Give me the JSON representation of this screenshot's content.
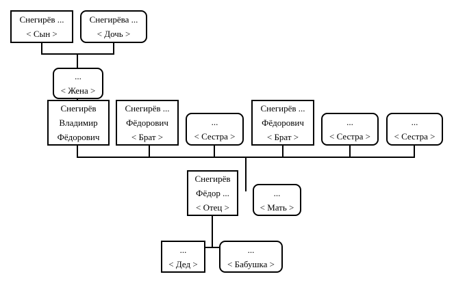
{
  "nodes": {
    "son": {
      "gender": "male",
      "lines": [
        "Снегирёв ...",
        "< Сын >"
      ]
    },
    "daughter": {
      "gender": "female",
      "lines": [
        "Снегирёва ...",
        "< Дочь >"
      ]
    },
    "wife": {
      "gender": "female",
      "lines": [
        "...",
        "< Жена >"
      ]
    },
    "self": {
      "gender": "male",
      "lines": [
        "Снегирёв",
        "Владимир",
        "Фёдорович"
      ]
    },
    "brother1": {
      "gender": "male",
      "lines": [
        "Снегирёв ...",
        "Фёдорович",
        "< Брат >"
      ]
    },
    "sister1": {
      "gender": "female",
      "lines": [
        "...",
        "< Сестра >"
      ]
    },
    "brother2": {
      "gender": "male",
      "lines": [
        "Снегирёв ...",
        "Фёдорович",
        "< Брат >"
      ]
    },
    "sister2": {
      "gender": "female",
      "lines": [
        "...",
        "< Сестра >"
      ]
    },
    "sister3": {
      "gender": "female",
      "lines": [
        "...",
        "< Сестра >"
      ]
    },
    "father": {
      "gender": "male",
      "lines": [
        "Снегирёв",
        "Фёдор ...",
        "< Отец >"
      ]
    },
    "mother": {
      "gender": "female",
      "lines": [
        "...",
        "< Мать >"
      ]
    },
    "grandfather": {
      "gender": "male",
      "lines": [
        "...",
        "< Дед >"
      ]
    },
    "grandmother": {
      "gender": "female",
      "lines": [
        "...",
        "< Бабушка >"
      ]
    }
  }
}
